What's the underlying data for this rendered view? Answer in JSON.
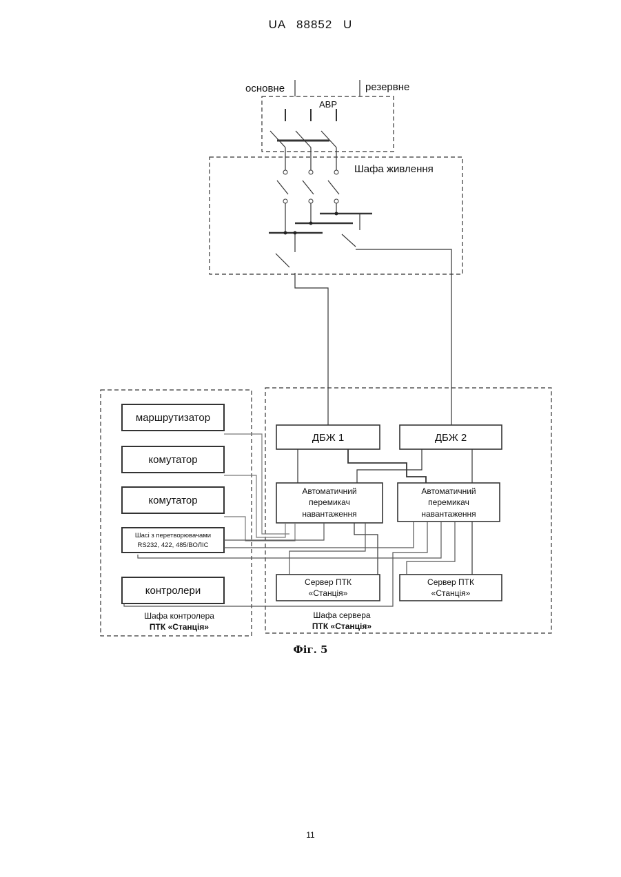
{
  "header": {
    "doc_id": "UA   88852   U"
  },
  "power": {
    "main_label": "основне",
    "reserve_label": "резервне",
    "avr_label": "АВР",
    "cabinet_label": "Шафа живлення"
  },
  "controller_cabinet": {
    "router": "маршрутизатор",
    "switch1": "комутатор",
    "switch2": "комутатор",
    "chassis_line1": "Шасі з перетворювачами",
    "chassis_line2": "RS232, 422, 485/ВОЛІС",
    "controllers": "контролери",
    "label_line1": "Шафа контролера",
    "label_line2": "ПТК «Станція»"
  },
  "server_cabinet": {
    "ups1": "ДБЖ 1",
    "ups2": "ДБЖ 2",
    "ats1": [
      "Автоматичний",
      "перемикач",
      "навантаження"
    ],
    "ats2": [
      "Автоматичний",
      "перемикач",
      "навантаження"
    ],
    "server1": [
      "Сервер ПТК",
      "«Станція»"
    ],
    "server2": [
      "Сервер ПТК",
      "«Станція»"
    ],
    "label_line1": "Шафа сервера",
    "label_line2": "ПТК «Станція»"
  },
  "figure_caption": "Фіг. 5",
  "page_number": "11"
}
